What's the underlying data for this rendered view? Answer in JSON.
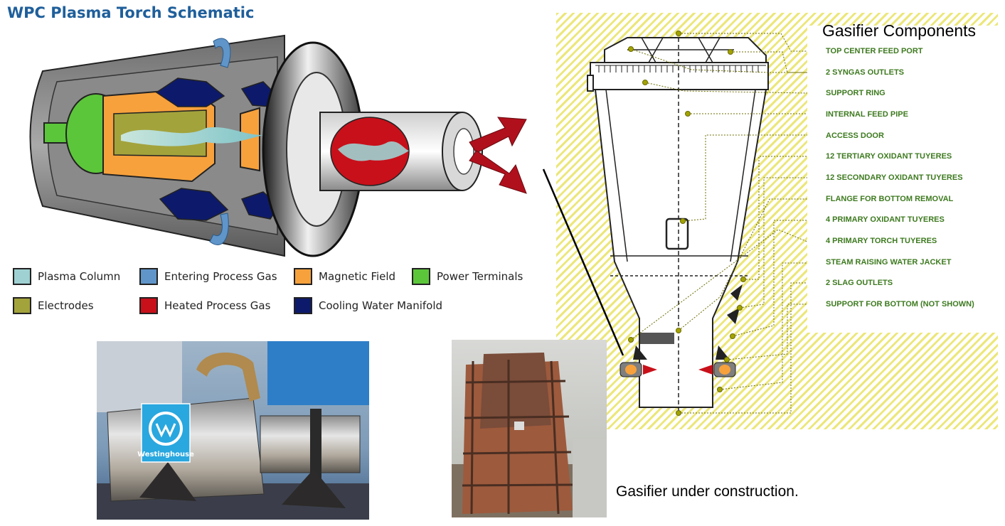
{
  "title": "WPC Plasma Torch Schematic",
  "legend": [
    {
      "label": "Plasma Column",
      "color": "#9fd1d2"
    },
    {
      "label": "Entering Process Gas",
      "color": "#5f95c9"
    },
    {
      "label": "Magnetic Field",
      "color": "#f7a13c"
    },
    {
      "label": "Power Terminals",
      "color": "#5cc63a"
    },
    {
      "label": "Electrodes",
      "color": "#a3a33c"
    },
    {
      "label": "Heated Process Gas",
      "color": "#c8101a"
    },
    {
      "label": "Cooling Water Manifold",
      "color": "#0d1a6b"
    }
  ],
  "gasifier": {
    "title": "Gasifier Components",
    "components": [
      "TOP CENTER FEED PORT",
      "2 SYNGAS OUTLETS",
      "SUPPORT RING",
      "INTERNAL FEED PIPE",
      "ACCESS DOOR",
      "12 TERTIARY OXIDANT TUYERES",
      "12 SECONDARY OXIDANT TUYERES",
      "FLANGE FOR BOTTOM REMOVAL",
      "4 PRIMARY OXIDANT TUYERES",
      "4 PRIMARY TORCH TUYERES",
      "STEAM RAISING WATER JACKET",
      "2 SLAG OUTLETS",
      "SUPPORT FOR BOTTOM (NOT SHOWN)"
    ]
  },
  "photo_logo": "Westinghouse",
  "caption": "Gasifier under construction."
}
